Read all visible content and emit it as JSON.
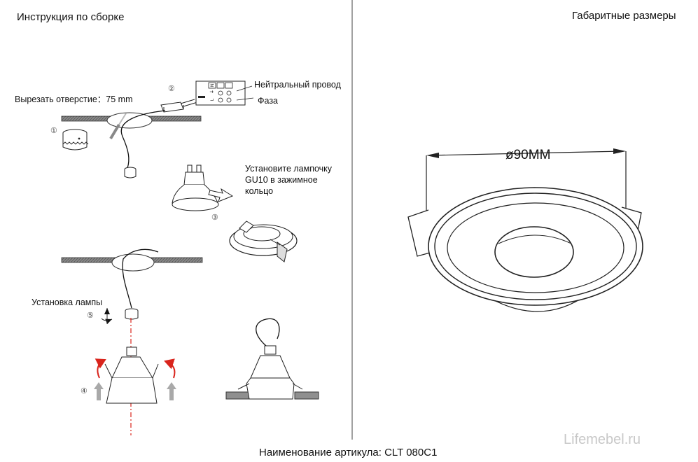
{
  "left_title": "Инструкция по сборке",
  "right_title": "Габаритные размеры",
  "steps": {
    "cut_hole": "Вырезать отверстие：75 mm",
    "neutral_wire": "Нейтральный провод",
    "phase": "Фаза",
    "install_bulb": [
      "Установите лампочку",
      "GU10 в зажимное",
      "кольцо"
    ],
    "install_lamp": "Установка лампы"
  },
  "step_numbers": [
    "①",
    "②",
    "③",
    "④",
    "⑤"
  ],
  "terminal_symbols": [
    "N",
    "⏚",
    "L"
  ],
  "dimension_label": "ø90MM",
  "article_name": "Наименование артикула: CLT 080C1",
  "watermark": "Lifemebel.ru",
  "colors": {
    "guide_red": "#d9241c",
    "surface_fill": "#7a7a7a",
    "arrow_grey": "#a9a9a9"
  }
}
